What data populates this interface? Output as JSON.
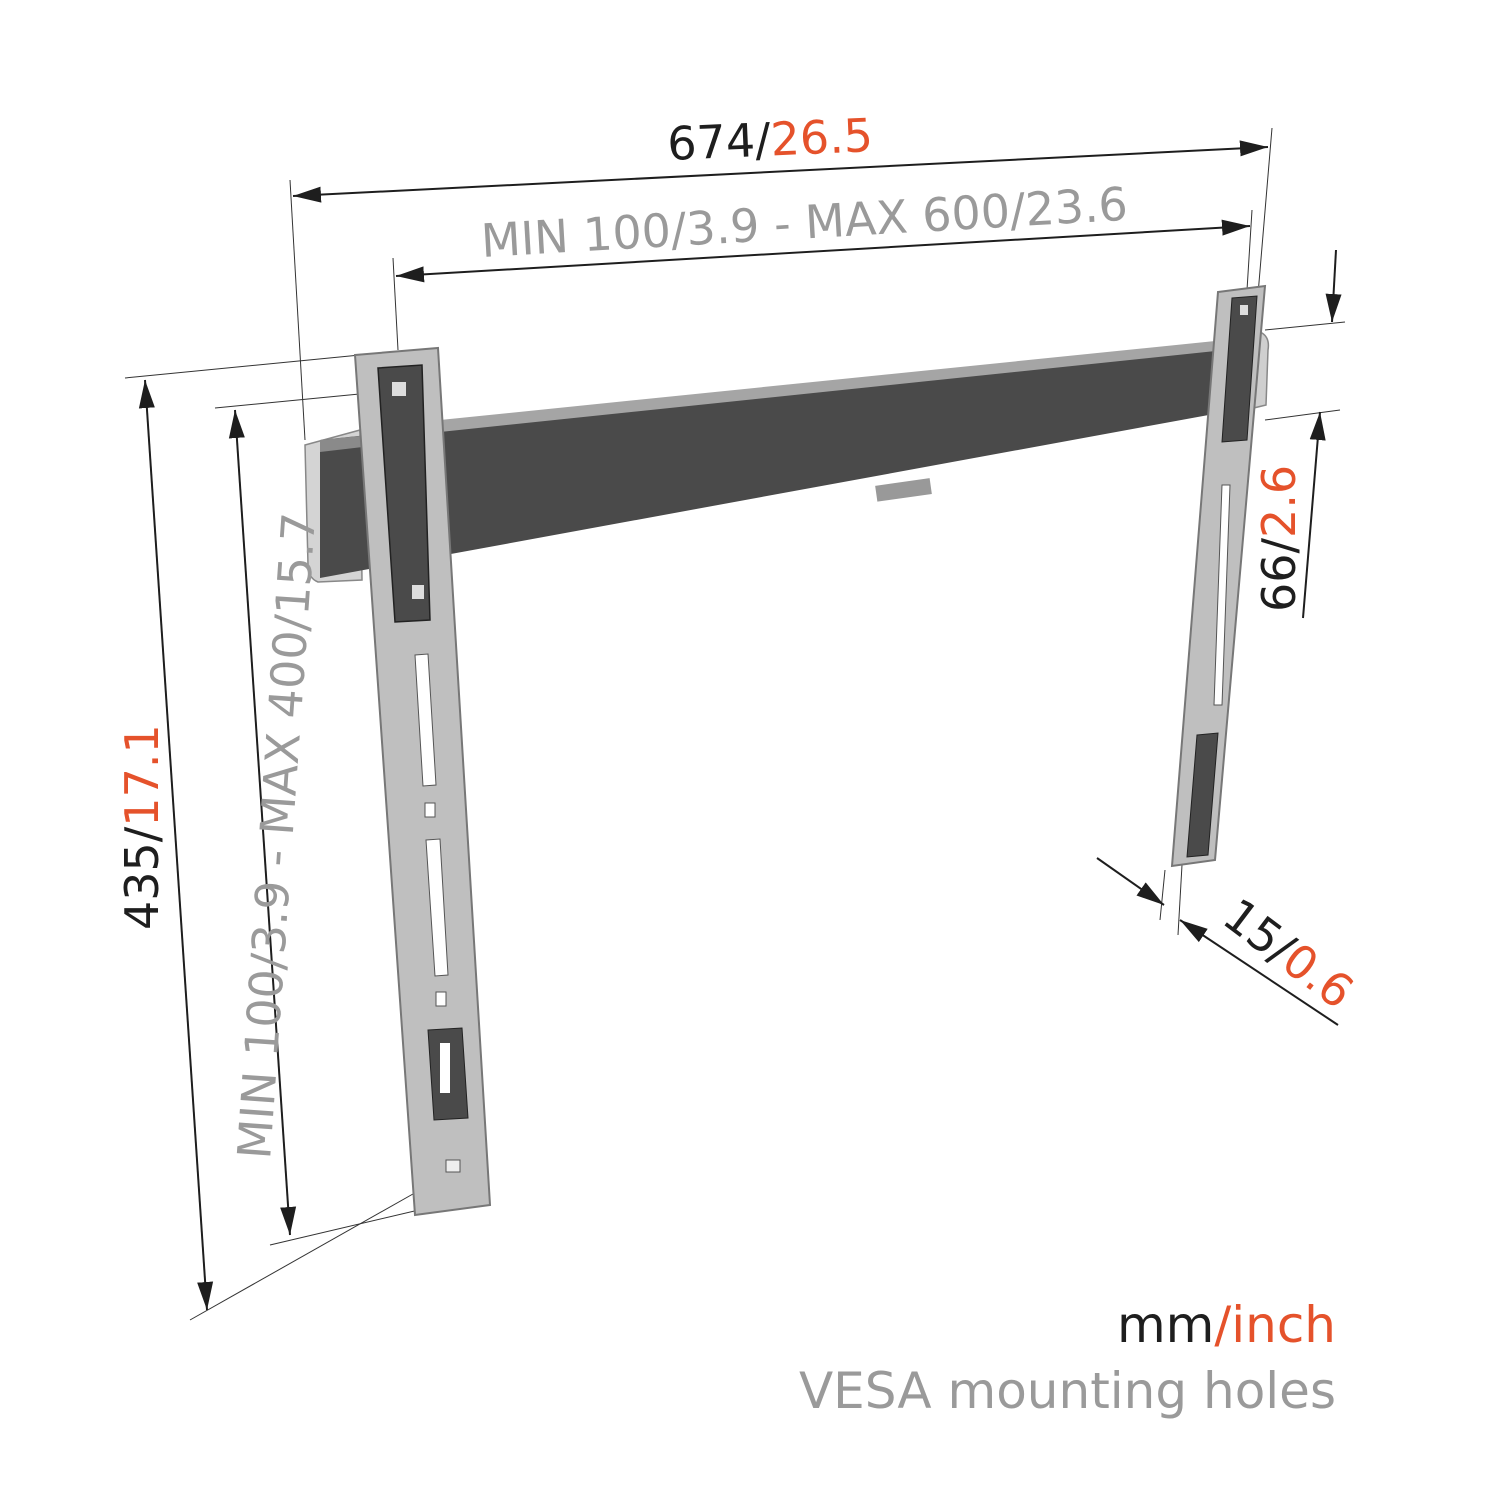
{
  "dimensions": {
    "width": {
      "mm": "674",
      "sep": "/",
      "inch": "26.5"
    },
    "vesa_horizontal": {
      "text": "MIN 100/3.9 - MAX 600/23.6"
    },
    "height": {
      "mm": "435",
      "sep": "/",
      "inch": "17.1"
    },
    "vesa_vertical": {
      "text": "MIN 100/3.9 - MAX 400/15.7"
    },
    "bar_height": {
      "mm": "66",
      "sep": "/",
      "inch": "2.6"
    },
    "depth": {
      "mm": "15",
      "sep": "/",
      "inch": "0.6"
    }
  },
  "legend": {
    "mm": "mm",
    "sep": "/",
    "inch": "inch",
    "vesa_note": "VESA mounting holes"
  },
  "colors": {
    "accent": "#e5522b",
    "gray_text": "#9a9a9a",
    "dark_text": "#1e1e1e",
    "bracket": "#4a4a4a"
  }
}
